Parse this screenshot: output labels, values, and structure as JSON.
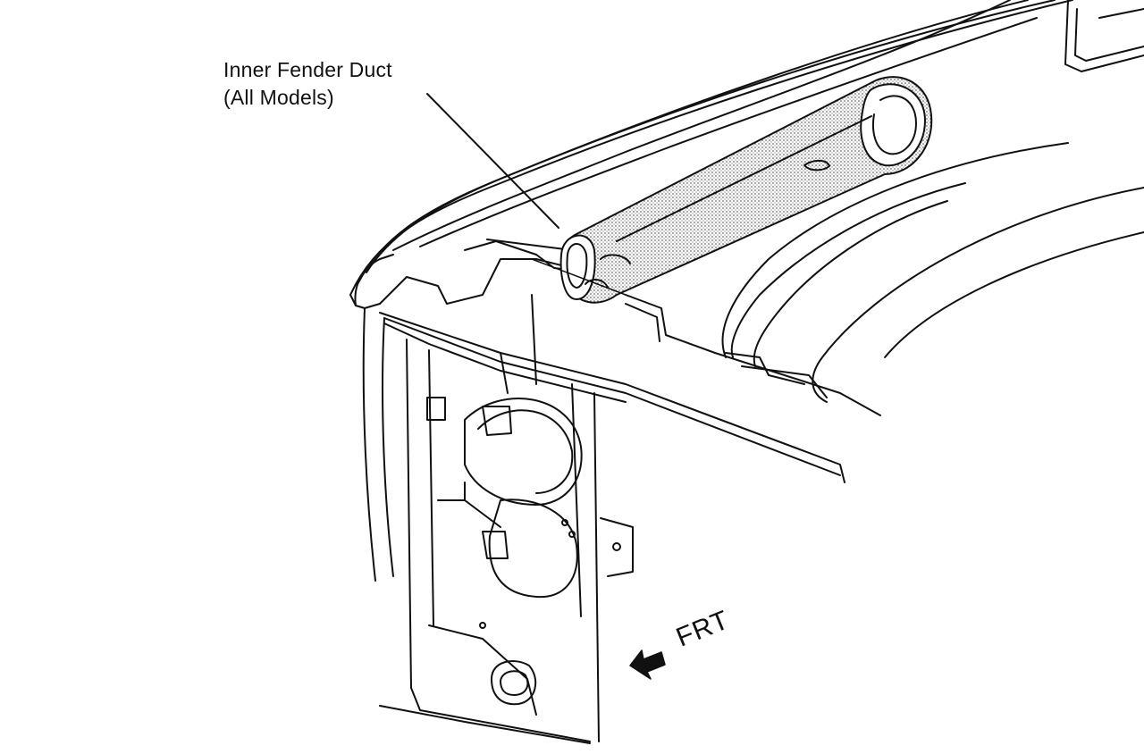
{
  "diagram": {
    "callout": {
      "line1": "Inner Fender Duct",
      "line2": "(All Models)"
    },
    "direction_label": "FRT",
    "colors": {
      "ink": "#111111",
      "background": "#ffffff",
      "duct_shading": "#c9c9c9"
    },
    "icons": [
      "front-direction-arrow-icon"
    ]
  }
}
